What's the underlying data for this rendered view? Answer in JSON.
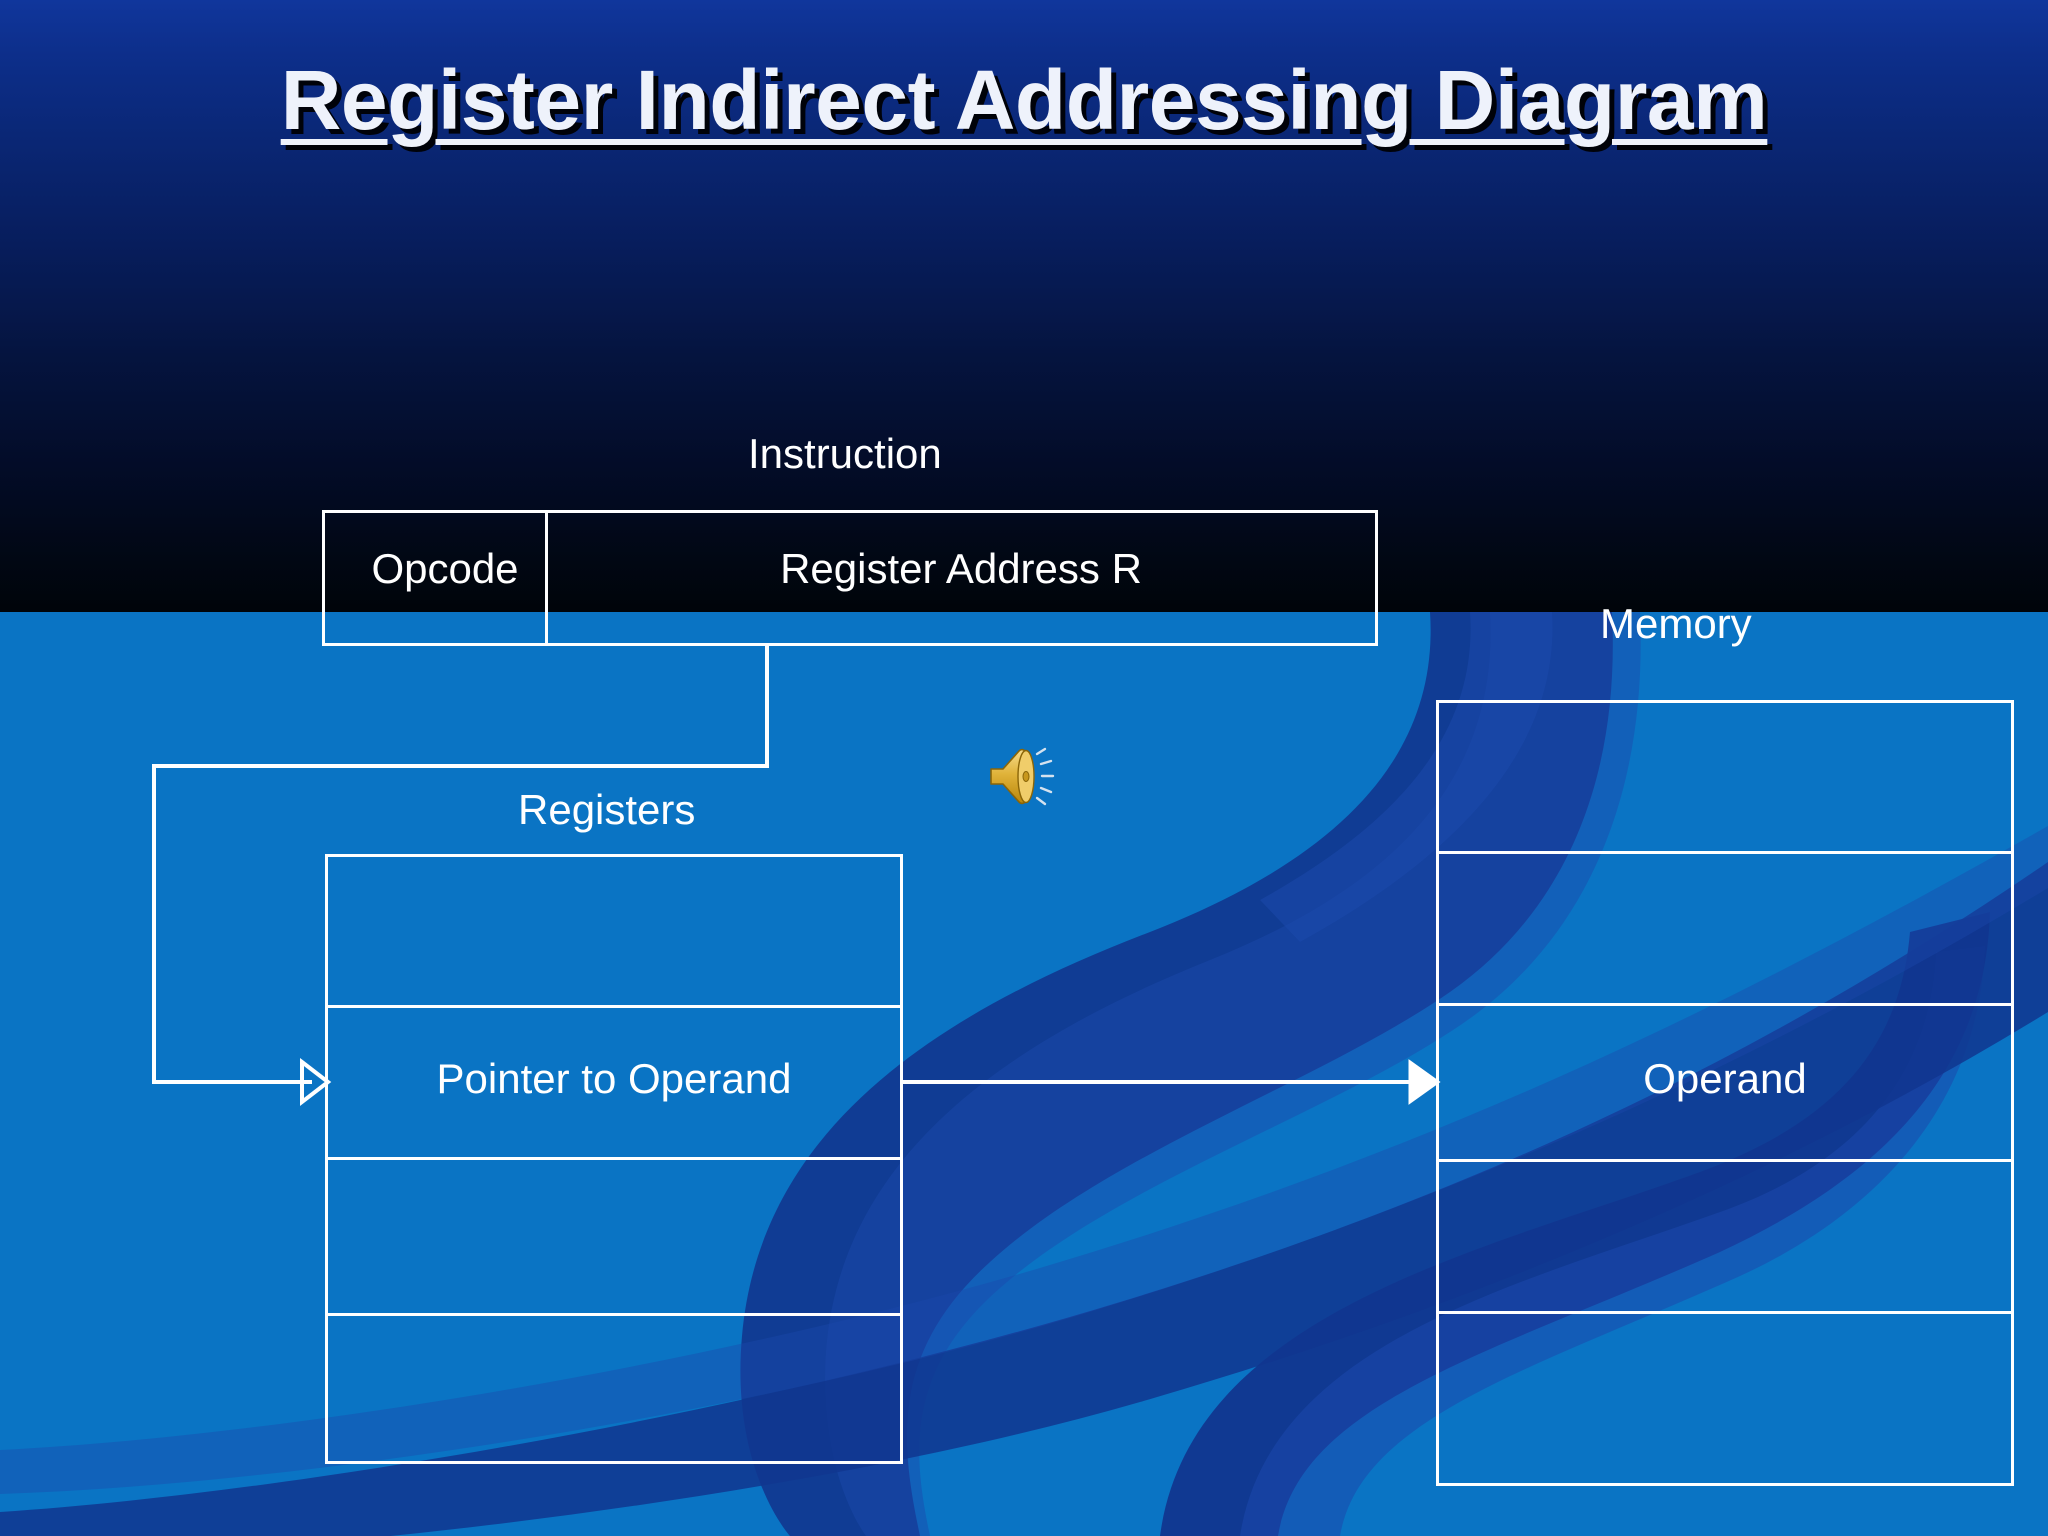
{
  "slide": {
    "title": "Register Indirect Addressing Diagram",
    "background": {
      "top_color": "#0a2776",
      "bottom_color": "#0a74c4",
      "ribbon_color": "#11368f",
      "ribbon_color_light": "#1c49ad"
    },
    "text_color": "#ffffff",
    "border_color": "#ffffff"
  },
  "instruction": {
    "label": "Instruction",
    "cells": [
      {
        "text": "Opcode"
      },
      {
        "text": "Register Address R"
      }
    ]
  },
  "registers": {
    "label": "Registers",
    "rows": [
      {
        "text": ""
      },
      {
        "text": "Pointer to Operand"
      },
      {
        "text": ""
      },
      {
        "text": ""
      }
    ]
  },
  "memory": {
    "label": "Memory",
    "rows": [
      {
        "text": ""
      },
      {
        "text": ""
      },
      {
        "text": "Operand"
      },
      {
        "text": ""
      },
      {
        "text": ""
      }
    ]
  },
  "icons": {
    "speaker": "speaker-icon"
  },
  "connectors": [
    {
      "name": "instruction-to-registers",
      "has_arrowhead": true
    },
    {
      "name": "registers-to-memory",
      "has_arrowhead": true
    }
  ]
}
